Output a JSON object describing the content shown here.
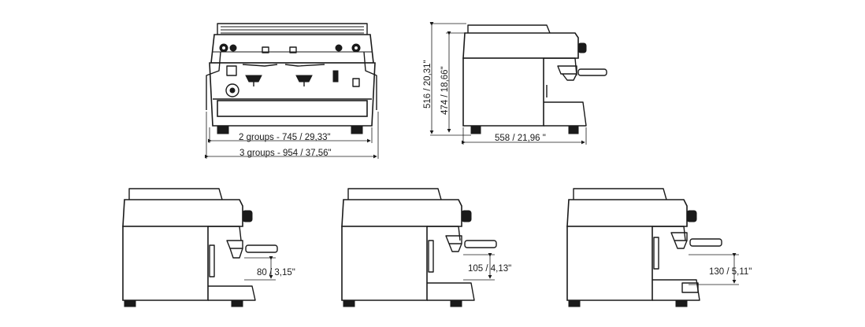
{
  "dimensions": {
    "width_2_groups": "2 groups -  745  /  29,33\"",
    "width_3_groups": "3 groups -  954  / 37,56\"",
    "total_height": "516 / 20,31\"",
    "body_height": "474 / 18,66\"",
    "depth": "558 / 21,96 \"",
    "cup_height_small": "80  /  3,15\"",
    "cup_height_medium": "105 / 4,13\"",
    "cup_height_large": "130 / 5,11\""
  }
}
